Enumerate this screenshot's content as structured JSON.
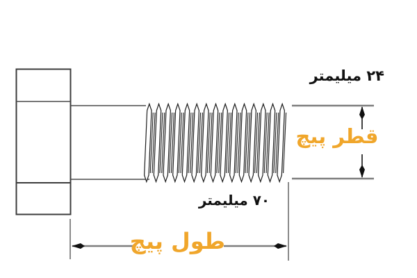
{
  "diagram": {
    "title": "bolt-dimension-diagram",
    "part": "hex-head-bolt"
  },
  "labels": {
    "diameter_value": "۲۴ میلیمتر",
    "diameter_name": "قطر پیچ",
    "length_value": "۷۰ میلیمتر",
    "length_name": "طول پیچ"
  },
  "dimensions": {
    "diameter_mm": 24,
    "length_mm": 70
  },
  "icons": {
    "arrow_up": "arrow-up-icon",
    "arrow_down": "arrow-down-icon",
    "arrow_left": "arrow-left-icon",
    "arrow_right": "arrow-right-icon"
  },
  "colors": {
    "accent_orange": "#f0a62b",
    "text_black": "#111111",
    "dimension_gray": "#7d7d7d",
    "outline_dark": "#3c3c3c",
    "background": "#ffffff"
  }
}
